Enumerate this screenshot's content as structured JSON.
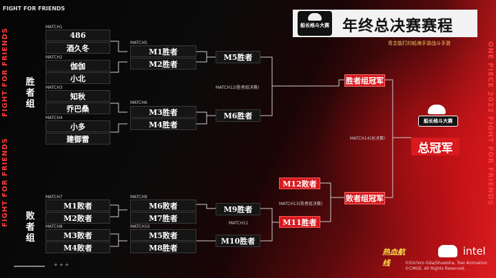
{
  "side_text_left": "FIGHT FOR FRIENDS",
  "side_text_right": "ONE PIECE 2022 FIGHT FOR FRIENDS",
  "top_left_text": "FIGHT FOR FRIENDS",
  "bottom_left_text": "+ + +",
  "title": "年终总决赛赛程",
  "logo_text": "船长格斗大赛",
  "subtitle": "青芝能打的船海手游战斗手游",
  "winners_label": "胜者组",
  "losers_label": "败者组",
  "matches": {
    "m1": {
      "label": "MATCH1",
      "a": "486",
      "b": "酒久冬"
    },
    "m2": {
      "label": "MATCH2",
      "a": "伽伽",
      "b": "小北"
    },
    "m3": {
      "label": "MATCH3",
      "a": "知秋",
      "b": "乔巴桑"
    },
    "m4": {
      "label": "MATCH4",
      "a": "小多",
      "b": "建御雷"
    },
    "m5": {
      "label": "MATCH5",
      "a": "M1胜者",
      "b": "M2胜者"
    },
    "m6": {
      "label": "MATCH6",
      "a": "M3胜者",
      "b": "M4胜者"
    },
    "m7": {
      "label": "MATCH7",
      "a": "M1败者",
      "b": "M2败者"
    },
    "m8": {
      "label": "MATCH8",
      "a": "M3败者",
      "b": "M4败者"
    },
    "m9": {
      "label": "MATCH9",
      "a": "M6败者",
      "b": "M7胜者"
    },
    "m10": {
      "label": "MATCH10",
      "a": "M5败者",
      "b": "M8胜者"
    },
    "m11": {
      "label": "MATCH11",
      "a": "M9胜者",
      "b": "M10胜者"
    },
    "m12": {
      "label": "MATCH12(胜者组决赛)",
      "a": "M5胜者",
      "b": "M6胜者"
    },
    "m13": {
      "label": "MATCH13(败者组决赛)",
      "a": "M12败者",
      "b": "M11胜者"
    },
    "m14": {
      "label": "MATCH14(总决赛)"
    }
  },
  "winners_champion": "胜者组冠军",
  "losers_champion": "败者组冠军",
  "grand_champion": "总冠军",
  "copyright_line1": "©Eiichiro Oda/Shueisha, Toei Animation",
  "copyright_line2": "©CMGE. All Rights Reserved.",
  "brand_left": "热血航线",
  "brand_right": "intel",
  "colors": {
    "accent": "#d81a1f",
    "box": "#151515"
  }
}
